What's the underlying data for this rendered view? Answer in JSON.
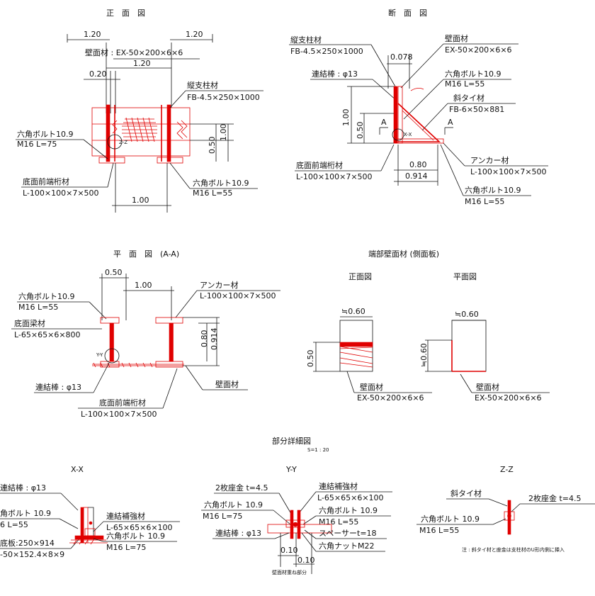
{
  "titles": {
    "front": "正　面　図",
    "section": "断　面　図",
    "plan": "平　面　図　(A-A)",
    "end_panel": "端部壁面材 (側面板)",
    "end_front": "正面図",
    "end_plan": "平面図",
    "detail": "部分詳細図",
    "detail_scale": "S=1 : 20",
    "xx": "X-X",
    "yy": "Y-Y",
    "zz": "Z-Z"
  },
  "front": {
    "dim_left_top": "1.20",
    "dim_right_top": "1.20",
    "wall_label": "壁面材 : EX-50×200×6×6",
    "dim_mid": "1.20",
    "dim_small": "0.20",
    "col_name": "縦支柱材",
    "col_spec": "FB-4.5×250×1000",
    "bolt_left_name": "六角ボルト10.9",
    "bolt_left_spec": "M16 L=75",
    "zz_mark": "Z-Z",
    "dim_h050": "0.50",
    "dim_h100": "1.00",
    "beam_name": "底面前端桁材",
    "beam_spec": "L-100×100×7×500",
    "bolt_right_name": "六角ボルト10.9",
    "bolt_right_spec": "M16 L=55",
    "dim_bottom": "1.00"
  },
  "section": {
    "col_name": "縦支柱材",
    "col_spec": "FB-4.5×250×1000",
    "dim_078": "0.078",
    "wall_name": "壁面材",
    "wall_spec": "EX-50×200×6×6",
    "rod_label": "連結棒 : φ13",
    "bolt_name": "六角ボルト10.9",
    "bolt_spec": "M16 L=55",
    "tie_name": "斜タイ材",
    "tie_spec": "FB-6×50×881",
    "dim_100": "1.00",
    "dim_050": "0.50",
    "a_left": "A",
    "a_right": "A",
    "xx_mark": "X-X",
    "beam_name": "底面前端桁材",
    "beam_spec": "L-100×100×7×500",
    "dim_080": "0.80",
    "dim_0914": "0.914",
    "anchor_name": "アンカー材",
    "anchor_spec": "L-100×100×7×500",
    "bolt2_name": "六角ボルト10.9",
    "bolt2_spec": "M16 L=55"
  },
  "plan": {
    "dim_050": "0.50",
    "dim_100": "1.00",
    "anchor_name": "アンカー材",
    "anchor_spec": "L-100×100×7×500",
    "bolt_name": "六角ボルト10.9",
    "bolt_spec": "M16 L=55",
    "beam_name": "底面梁材",
    "beam_spec": "L-65×65×6×800",
    "dim_080": "0.80",
    "dim_0914": "0.914",
    "yy_mark": "Y-Y",
    "rod_label": "連結棒 : φ13",
    "wall_label": "壁面材",
    "front_beam_name": "底面前端桁材",
    "front_beam_spec": "L-100×100×7×500"
  },
  "end_panel": {
    "front_w": "≒0.60",
    "front_h": "0.50",
    "front_wall_name": "壁面材",
    "front_wall_spec": "EX-50×200×6×6",
    "plan_w": "≒0.60",
    "plan_h": "≒0.60",
    "plan_wall_name": "壁面材",
    "plan_wall_spec": "EX-50×200×6×6"
  },
  "xx": {
    "rod_label": "連結棒 : φ13",
    "bolt_name": "角ボルト 10.9",
    "bolt_spec": "6 L=55",
    "plate_name": "連結補強材",
    "plate_spec": "L-65×65×6×100",
    "base_name": "底板:250×914",
    "base_spec": "-50×152.4×8×9",
    "bolt2_name": "六角ボルト 10.9",
    "bolt2_spec": "M16 L=75"
  },
  "yy": {
    "washer": "2枚座金 t=4.5",
    "plate_name": "連結補強材",
    "plate_spec": "L-65×65×6×100",
    "bolt_left_name": "六角ボルト 10.9",
    "bolt_left_spec": "M16 L=75",
    "bolt_right_name": "六角ボルト 10.9",
    "bolt_right_spec": "M16 L=55",
    "rod_label": "連結棒 : φ13",
    "spacer": "スペーサーt=18",
    "nut": "六角ナットM22",
    "dim_a": "0.10",
    "dim_b": "0.10",
    "overlap": "壁面材重ね部分"
  },
  "zz": {
    "tie": "斜タイ材",
    "washer": "2枚座金 t=4.5",
    "bolt_name": "六角ボルト 10.9",
    "bolt_spec": "M16 L=55",
    "note": "注 : 斜タイ材と座金は支柱材のU形内側に挿入"
  }
}
